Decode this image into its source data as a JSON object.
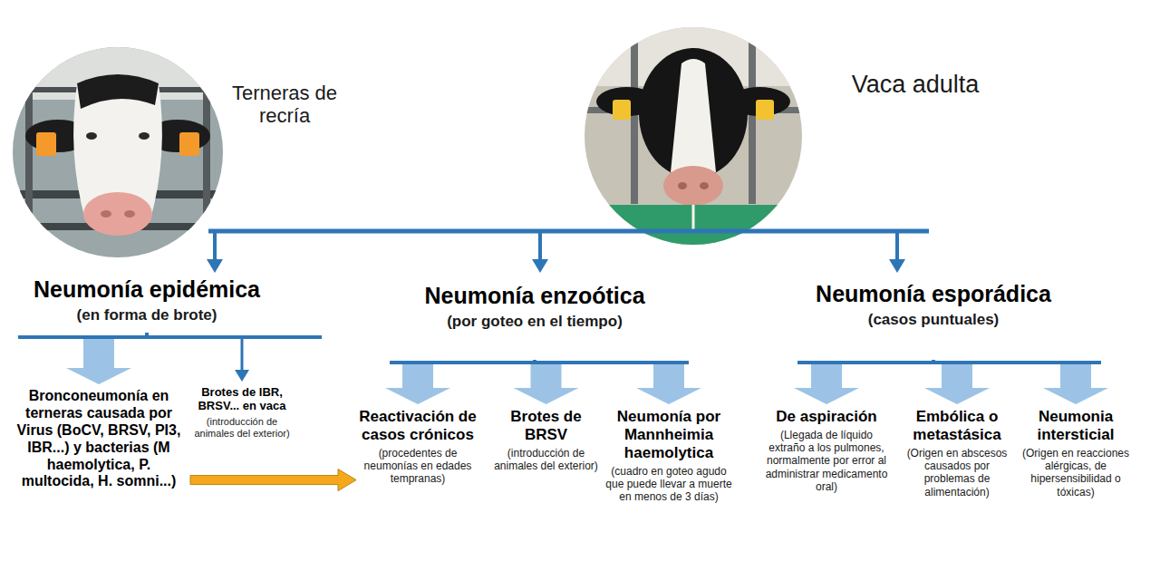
{
  "diagram": {
    "nodes": [
      {
        "text": [
          "Neumonía epidémica",
          "(en forma de brote)"
        ]
      },
      {
        "text": [
          "Bronconeumonía en terneras causada por Virus (BoCV, BRSV, PI3, IBR...) y bacterias (M haemolytica, P. multocida, H. somni...)"
        ]
      },
      {
        "text": [
          "Brotes de IBR, BRSV... en vaca",
          "(introducción de animales del exterior)"
        ]
      },
      {
        "text": [
          "Neumonía enzoótica",
          "(por goteo en el tiempo)"
        ]
      },
      {
        "text": [
          "Reactivación de casos crónicos",
          "(procedentes de neumonías en edades tempranas)"
        ]
      },
      {
        "text": [
          "Brotes de BRSV",
          "(introducción de animales del exterior)"
        ]
      },
      {
        "text": [
          "Neumonía por Mannheimia haemolytica",
          "(cuadro en goteo agudo que puede llevar a muerte en menos de 3 días)"
        ]
      },
      {
        "text": [
          "Neumonía esporádica",
          "(casos puntuales)"
        ]
      },
      {
        "text": [
          "De aspiración",
          "(Llegada de líquido extraño a los pulmones, normalmente por error al administrar medicamento oral)"
        ]
      },
      {
        "text": [
          "Embólica o metastásica",
          "(Origen en abscesos causados por problemas de alimentación)"
        ]
      },
      {
        "text": [
          "Neumonia intersticial",
          "(Origen en reacciones alérgicas, de hipersensibilidad o tóxicas)"
        ]
      }
    ],
    "edges": [
      {
        "from": 0,
        "to": 1,
        "arrow": "to"
      },
      {
        "from": 0,
        "to": 2,
        "arrow": "to"
      },
      {
        "from": 3,
        "to": 4,
        "arrow": "to"
      },
      {
        "from": 3,
        "to": 5,
        "arrow": "to"
      },
      {
        "from": 3,
        "to": 6,
        "arrow": "to"
      },
      {
        "from": 7,
        "to": 8,
        "arrow": "to"
      },
      {
        "from": 7,
        "to": 9,
        "arrow": "to"
      },
      {
        "from": 7,
        "to": 10,
        "arrow": "to"
      },
      {
        "from": 1,
        "to": 4,
        "arrow": "to"
      }
    ],
    "labels": [
      "Terneras de recría",
      "Vaca adulta"
    ]
  }
}
